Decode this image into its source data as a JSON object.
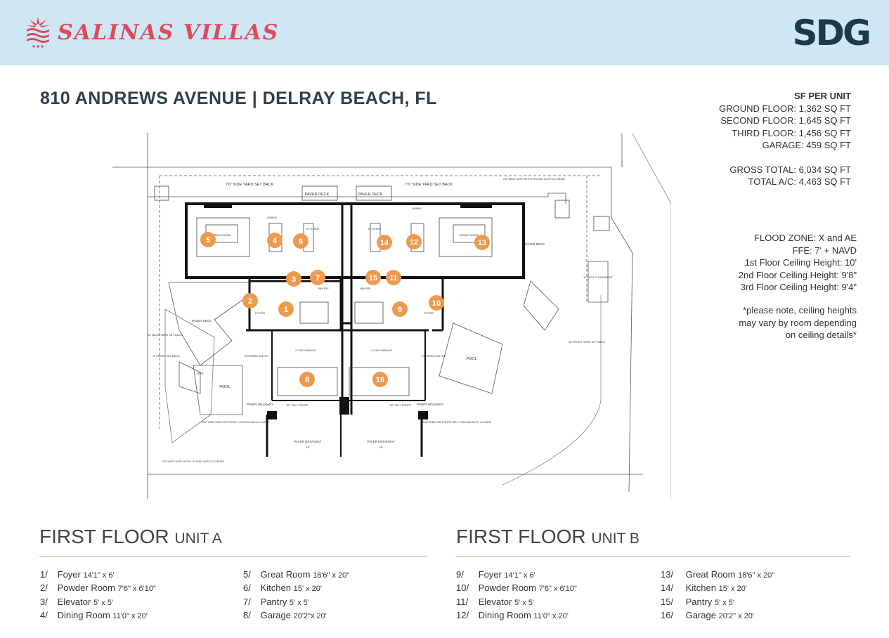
{
  "header": {
    "brand_name": "SALINAS VILLAS",
    "partner_logo": "SDG",
    "brand_color": "#e04a58",
    "background_color": "#cfe6f5"
  },
  "address": "810 ANDREWS AVENUE | DELRAY BEACH, FL",
  "sf_per_unit": {
    "title": "SF PER UNIT",
    "lines": [
      "GROUND FLOOR: 1,362 SQ FT",
      "SECOND FLOOR: 1,645 SQ FT",
      "THIRD FLOOR: 1,456 SQ FT",
      "GARAGE: 459 SQ FT"
    ],
    "totals": [
      "GROSS TOTAL: 6,034 SQ FT",
      "TOTAL A/C: 4,463 SQ FT"
    ]
  },
  "specs": [
    "FLOOD ZONE: X and AE",
    "FFE: 7' + NAVD",
    "1st Floor Ceiling Height: 10'",
    "2nd Floor Ceiling Height: 9'8\"",
    "3rd Floor Ceiling Height: 9'4\""
  ],
  "note": [
    "*please note, ceiling heights",
    "may vary by room depending",
    "on ceiling details*"
  ],
  "plan": {
    "labels": {
      "paver_deck": "PAVER DECK",
      "side_setback": "7'6\" SIDE YARD SET BACK",
      "great_room": "GREAT ROOM",
      "dining": "DINING",
      "kitchen": "KITCHEN",
      "pantry": "PANTRY",
      "foyer": "FOYER",
      "garage": "2 CAR GARAGE",
      "covered_entry": "COVERED ENTRY",
      "pool": "POOL",
      "spa": "SPA",
      "paver_walkway": "PAVER WALKWAY",
      "tall_fence": "60\" TALL FENCE",
      "paver_driveway": "PAVER DRIVEWAY",
      "driveway_width": "18'",
      "utility": "10' UTILITY EASEMENT",
      "back_setback": "10' BACK YARD SET BACK",
      "front_setback": "25' FRONT YARD SET BACK",
      "paver_setback": "5' PAVER SET BACK",
      "gate_top": "2'6\" WIDE GATE WITH LOCKING AUTO CLOSURE",
      "gate_left": "4'x6' WIDE GATE WITH SELF LOCKING AUTO CLOSER",
      "gate_right": "4'x6' WIDE GATE WITH SELF LOCKING AUTO CLOSER",
      "gate_bottom": "2'6\" WIDE GATE WITH LOCKING AUTO CLOSURE"
    },
    "marker_color": "#ee9a4d"
  },
  "unit_a": {
    "title": "FIRST FLOOR",
    "subtitle": "UNIT A",
    "rooms": [
      {
        "num": "1/",
        "name": "Foyer",
        "dim": "14'1\" x 6'"
      },
      {
        "num": "2/",
        "name": "Powder Room",
        "dim": "7'6\" x 6'10\""
      },
      {
        "num": "3/",
        "name": "Elevator",
        "dim": "5' x 5'"
      },
      {
        "num": "4/",
        "name": "Dining Room",
        "dim": "11'0\" x 20'"
      },
      {
        "num": "5/",
        "name": "Great Room",
        "dim": "18'6\" x 20\""
      },
      {
        "num": "6/",
        "name": "Kitchen",
        "dim": "15' x 20'"
      },
      {
        "num": "7/",
        "name": "Pantry",
        "dim": "5' x 5'"
      },
      {
        "num": "8/",
        "name": "Garage",
        "dim": "20'2\"x 20'"
      }
    ]
  },
  "unit_b": {
    "title": "FIRST FLOOR",
    "subtitle": "UNIT B",
    "rooms": [
      {
        "num": "9/",
        "name": "Foyer",
        "dim": "14'1\" x 6'"
      },
      {
        "num": "10/",
        "name": "Powder Room",
        "dim": "7'6\" x 6'10\""
      },
      {
        "num": "11/",
        "name": "Elevator",
        "dim": "5' x 5'"
      },
      {
        "num": "12/",
        "name": "Dining Room",
        "dim": "11'0\" x 20'"
      },
      {
        "num": "13/",
        "name": "Great Room",
        "dim": "18'6\" x 20\""
      },
      {
        "num": "14/",
        "name": "Kitchen",
        "dim": "15' x 20'"
      },
      {
        "num": "15/",
        "name": "Pantry",
        "dim": "5' x 5'"
      },
      {
        "num": "16/",
        "name": "Garage",
        "dim": "20'2\" x 20'"
      }
    ]
  }
}
